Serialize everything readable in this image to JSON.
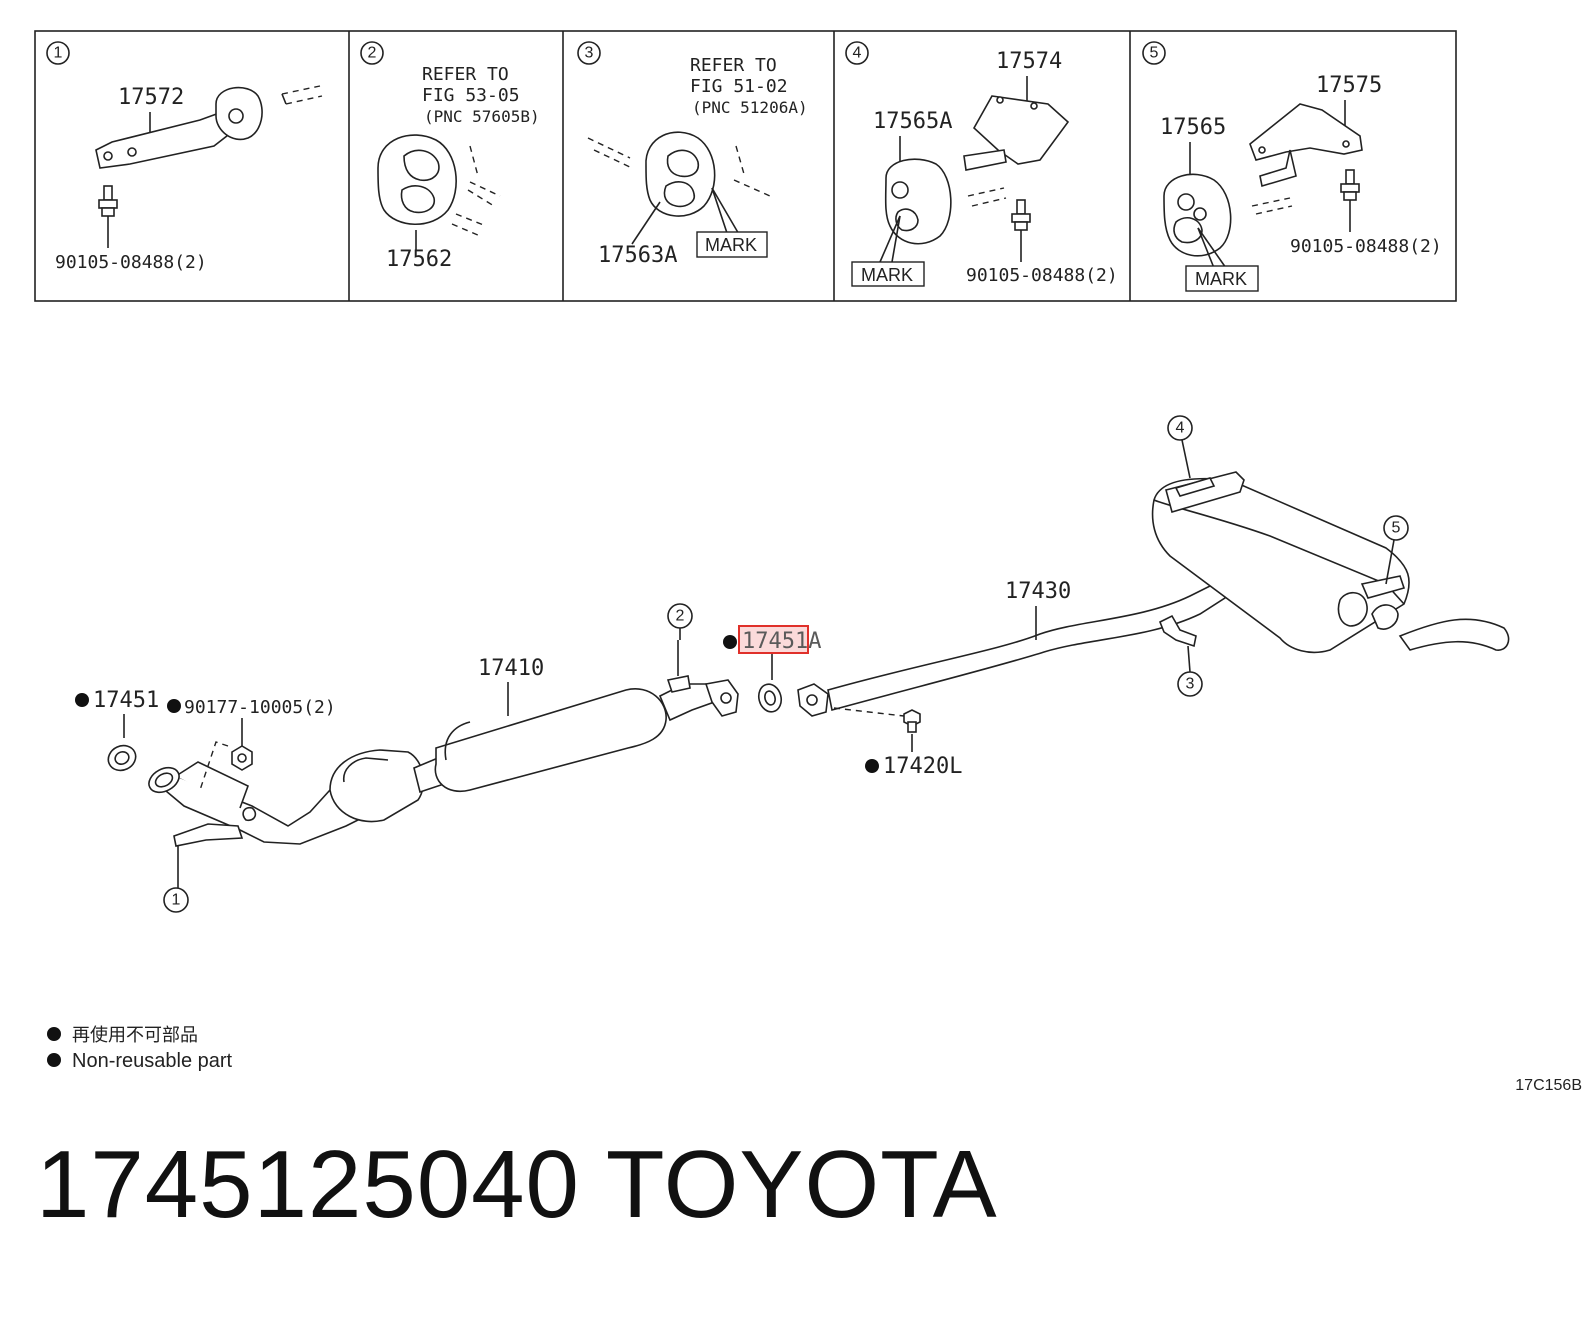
{
  "panels": [
    {
      "num": "1",
      "parts": [
        "17572",
        "90105-08488(2)"
      ]
    },
    {
      "num": "2",
      "refer": [
        "REFER TO",
        "FIG 53-05",
        "(PNC 57605B)"
      ],
      "parts": [
        "17562"
      ]
    },
    {
      "num": "3",
      "refer": [
        "REFER TO",
        "FIG 51-02",
        "(PNC 51206A)"
      ],
      "parts": [
        "17563A"
      ],
      "mark": "MARK"
    },
    {
      "num": "4",
      "parts": [
        "17574",
        "17565A",
        "90105-08488(2)"
      ],
      "mark": "MARK"
    },
    {
      "num": "5",
      "parts": [
        "17575",
        "17565",
        "90105-08488(2)"
      ],
      "mark": "MARK"
    }
  ],
  "main": {
    "callouts": [
      "1",
      "2",
      "3",
      "4",
      "5"
    ],
    "parts": {
      "front_pipe": "17410",
      "tail_pipe": "17430",
      "gasket_front": "17451",
      "nut": "90177-10005(2)",
      "gasket_highlighted": "17451A",
      "bolt": "17420L"
    }
  },
  "legend": [
    "再使用不可部品",
    "Non-reusable part"
  ],
  "figure_code": "17C156B",
  "caption": "1745125040   TOYOTA",
  "colors": {
    "highlight": "#e0302a",
    "highlight_fill": "#fbdada",
    "line": "#222222"
  }
}
